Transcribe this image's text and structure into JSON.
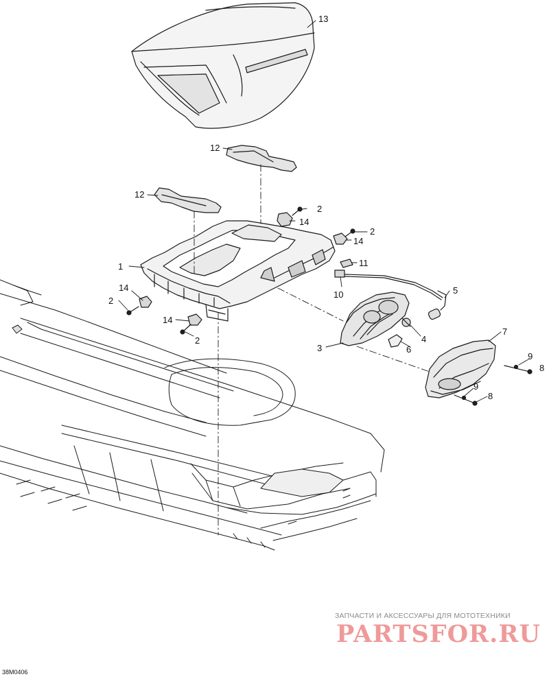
{
  "callouts": [
    {
      "id": "13",
      "text": "13"
    },
    {
      "id": "12a",
      "text": "12"
    },
    {
      "id": "12b",
      "text": "12"
    },
    {
      "id": "2a",
      "text": "2"
    },
    {
      "id": "14a",
      "text": "14"
    },
    {
      "id": "2b",
      "text": "2"
    },
    {
      "id": "14b",
      "text": "14"
    },
    {
      "id": "1",
      "text": "1"
    },
    {
      "id": "11",
      "text": "11"
    },
    {
      "id": "10",
      "text": "10"
    },
    {
      "id": "5",
      "text": "5"
    },
    {
      "id": "14c",
      "text": "14"
    },
    {
      "id": "2c",
      "text": "2"
    },
    {
      "id": "14d",
      "text": "14"
    },
    {
      "id": "2d",
      "text": "2"
    },
    {
      "id": "3",
      "text": "3"
    },
    {
      "id": "4",
      "text": "4"
    },
    {
      "id": "6",
      "text": "6"
    },
    {
      "id": "7",
      "text": "7"
    },
    {
      "id": "9a",
      "text": "9"
    },
    {
      "id": "8a",
      "text": "8"
    },
    {
      "id": "9b",
      "text": "9"
    },
    {
      "id": "8b",
      "text": "8"
    }
  ],
  "watermark": {
    "subtitle": "ЗАПЧАСТИ И АКСЕССУАРЫ ДЛЯ МОТОТЕХНИКИ",
    "logo": "PARTSFOR.RU"
  },
  "image_code": "38M0406"
}
